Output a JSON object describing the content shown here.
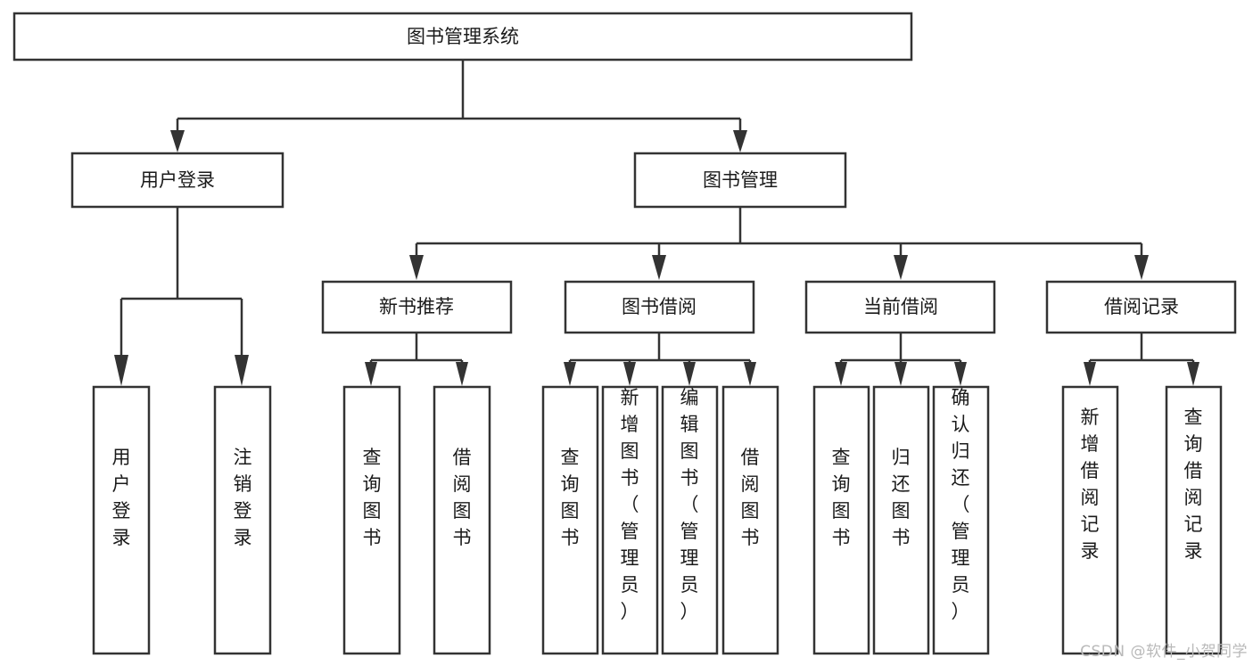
{
  "diagram": {
    "type": "tree",
    "title": "图书管理系统",
    "watermark": "CSDN @软件_小贺同学",
    "colors": {
      "background": "#ffffff",
      "box_stroke": "#333333",
      "box_fill": "#ffffff",
      "text": "#1a1a1a",
      "watermark": "#b9b9b9"
    },
    "nodes": {
      "root": {
        "label": "图书管理系统",
        "orientation": "horizontal"
      },
      "level2": [
        {
          "id": "user-login",
          "label": "用户登录",
          "orientation": "horizontal"
        },
        {
          "id": "book-management",
          "label": "图书管理",
          "orientation": "horizontal"
        }
      ],
      "level3": [
        {
          "id": "new-book-recommend",
          "label": "新书推荐",
          "orientation": "horizontal"
        },
        {
          "id": "book-borrow",
          "label": "图书借阅",
          "orientation": "horizontal"
        },
        {
          "id": "current-borrow",
          "label": "当前借阅",
          "orientation": "horizontal"
        },
        {
          "id": "borrow-record",
          "label": "借阅记录",
          "orientation": "horizontal"
        }
      ],
      "leaves": [
        {
          "id": "leaf-user-login",
          "label": "用户登录",
          "parent": "user-login",
          "orientation": "vertical"
        },
        {
          "id": "leaf-user-logout",
          "label": "注销登录",
          "parent": "user-login",
          "orientation": "vertical"
        },
        {
          "id": "leaf-query-book-1",
          "label": "查询图书",
          "parent": "new-book-recommend",
          "orientation": "vertical"
        },
        {
          "id": "leaf-borrow-book-1",
          "label": "借阅图书",
          "parent": "new-book-recommend",
          "orientation": "vertical"
        },
        {
          "id": "leaf-query-book-2",
          "label": "查询图书",
          "parent": "book-borrow",
          "orientation": "vertical"
        },
        {
          "id": "leaf-add-book",
          "label": "新增图书（管理员）",
          "parent": "book-borrow",
          "orientation": "vertical"
        },
        {
          "id": "leaf-edit-book",
          "label": "编辑图书（管理员）",
          "parent": "book-borrow",
          "orientation": "vertical"
        },
        {
          "id": "leaf-borrow-book-2",
          "label": "借阅图书",
          "parent": "book-borrow",
          "orientation": "vertical"
        },
        {
          "id": "leaf-query-book-3",
          "label": "查询图书",
          "parent": "current-borrow",
          "orientation": "vertical"
        },
        {
          "id": "leaf-return-book",
          "label": "归还图书",
          "parent": "current-borrow",
          "orientation": "vertical"
        },
        {
          "id": "leaf-confirm-return",
          "label": "确认归还（管理员）",
          "parent": "current-borrow",
          "orientation": "vertical"
        },
        {
          "id": "leaf-add-record",
          "label": "新增借阅记录",
          "parent": "borrow-record",
          "orientation": "vertical"
        },
        {
          "id": "leaf-query-record",
          "label": "查询借阅记录",
          "parent": "borrow-record",
          "orientation": "vertical"
        }
      ]
    }
  }
}
